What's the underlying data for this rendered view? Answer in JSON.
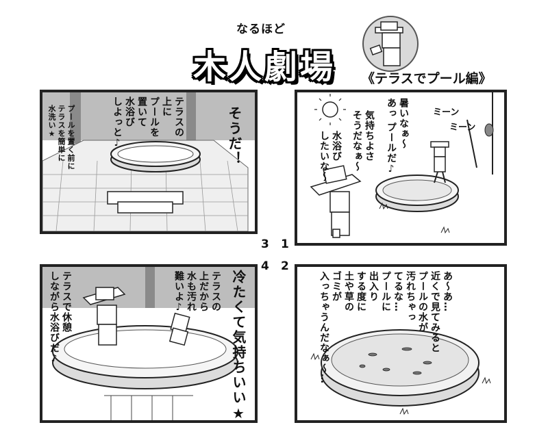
{
  "header": {
    "subtitle": "なるほど",
    "title": "木人劇場",
    "episode": "《テラスでプール編》"
  },
  "panel_numbers": [
    "3",
    "1",
    "4",
    "2"
  ],
  "panel1": {
    "bubbles": [
      "プールを置く前に",
      "テラスを簡単に",
      "水洗い★"
    ],
    "bubbles_mid": [
      "テラスの",
      "上に",
      "プールを",
      "置いて",
      "水浴び",
      "しよっと♪"
    ],
    "shout": "そうだ！"
  },
  "panel2": {
    "sfx1": "ミーン",
    "sfx2": "ミーン",
    "l1": [
      "暑いなぁ～",
      "あっ プールだ♪"
    ],
    "l2": [
      "気持ちよさ",
      "そうだなぁ～"
    ],
    "l3": [
      "水浴び",
      "したいな～"
    ]
  },
  "panel3": {
    "l1": [
      "テラスで休憩",
      "しながら水浴びだ♪"
    ],
    "l2": [
      "テラスの",
      "上だから",
      "水も汚れ",
      "難いよ♪"
    ],
    "shout": "冷たくて気持ちいい★"
  },
  "panel4": {
    "lines": [
      "あ～あ…",
      "近くで見てみると",
      "プールの水が",
      "汚れちゃっ",
      "てるな…",
      "プールに",
      "出入り",
      "する度に",
      "土や草の",
      "ゴミが",
      "入っちゃうんだなぁ～…"
    ]
  }
}
